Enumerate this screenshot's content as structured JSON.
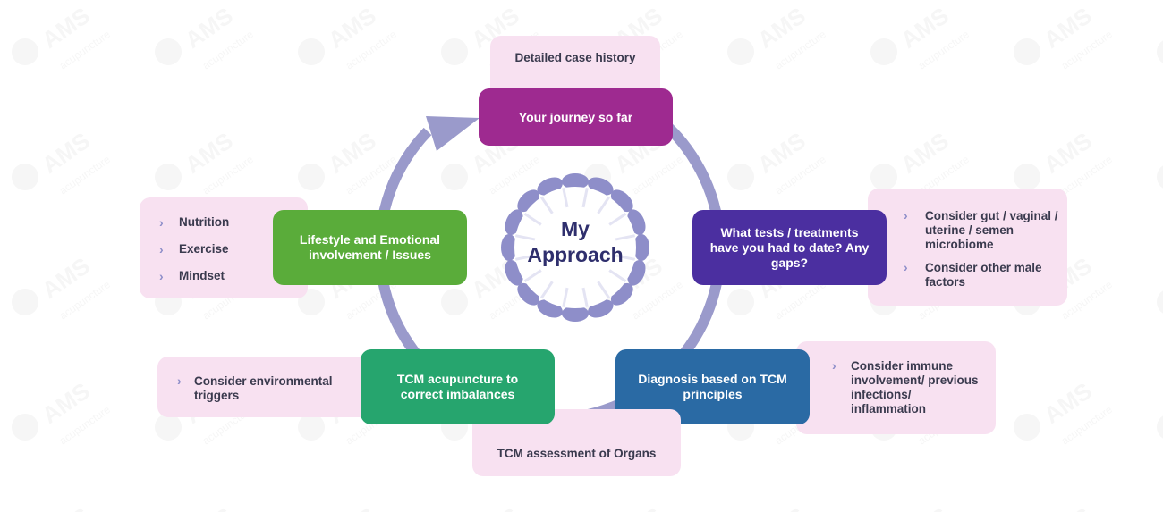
{
  "watermark": {
    "line1": "AMS",
    "line2": "acupuncture"
  },
  "center": {
    "line1": "My",
    "line2": "Approach"
  },
  "stages": {
    "journey": {
      "label": "Your journey so far",
      "color": "#9e2a90",
      "note": "Detailed case history"
    },
    "tests": {
      "label": "What tests / treatments have you had to date? Any gaps?",
      "color": "#4b2fa0",
      "notes": [
        "Consider gut / vaginal / uterine / semen microbiome",
        "Consider other male factors"
      ]
    },
    "diagnosis": {
      "label": "Diagnosis based on TCM principles",
      "color": "#2a6aa4",
      "notes": [
        "Consider immune involvement/ previous infections/ inflammation"
      ]
    },
    "tcm": {
      "label": "TCM acupuncture to correct imbalances",
      "color": "#26a56e",
      "notes": [
        "Consider environmental triggers"
      ],
      "assessment": "TCM assessment of Organs"
    },
    "lifestyle": {
      "label": "Lifestyle and Emotional involvement / Issues",
      "color": "#5aac3a",
      "notes": [
        "Nutrition",
        "Exercise",
        "Mindset"
      ]
    }
  },
  "colors": {
    "cycle": "#9a9acb",
    "pink": "#f8e1f1",
    "flower": "#8e8ec9"
  }
}
